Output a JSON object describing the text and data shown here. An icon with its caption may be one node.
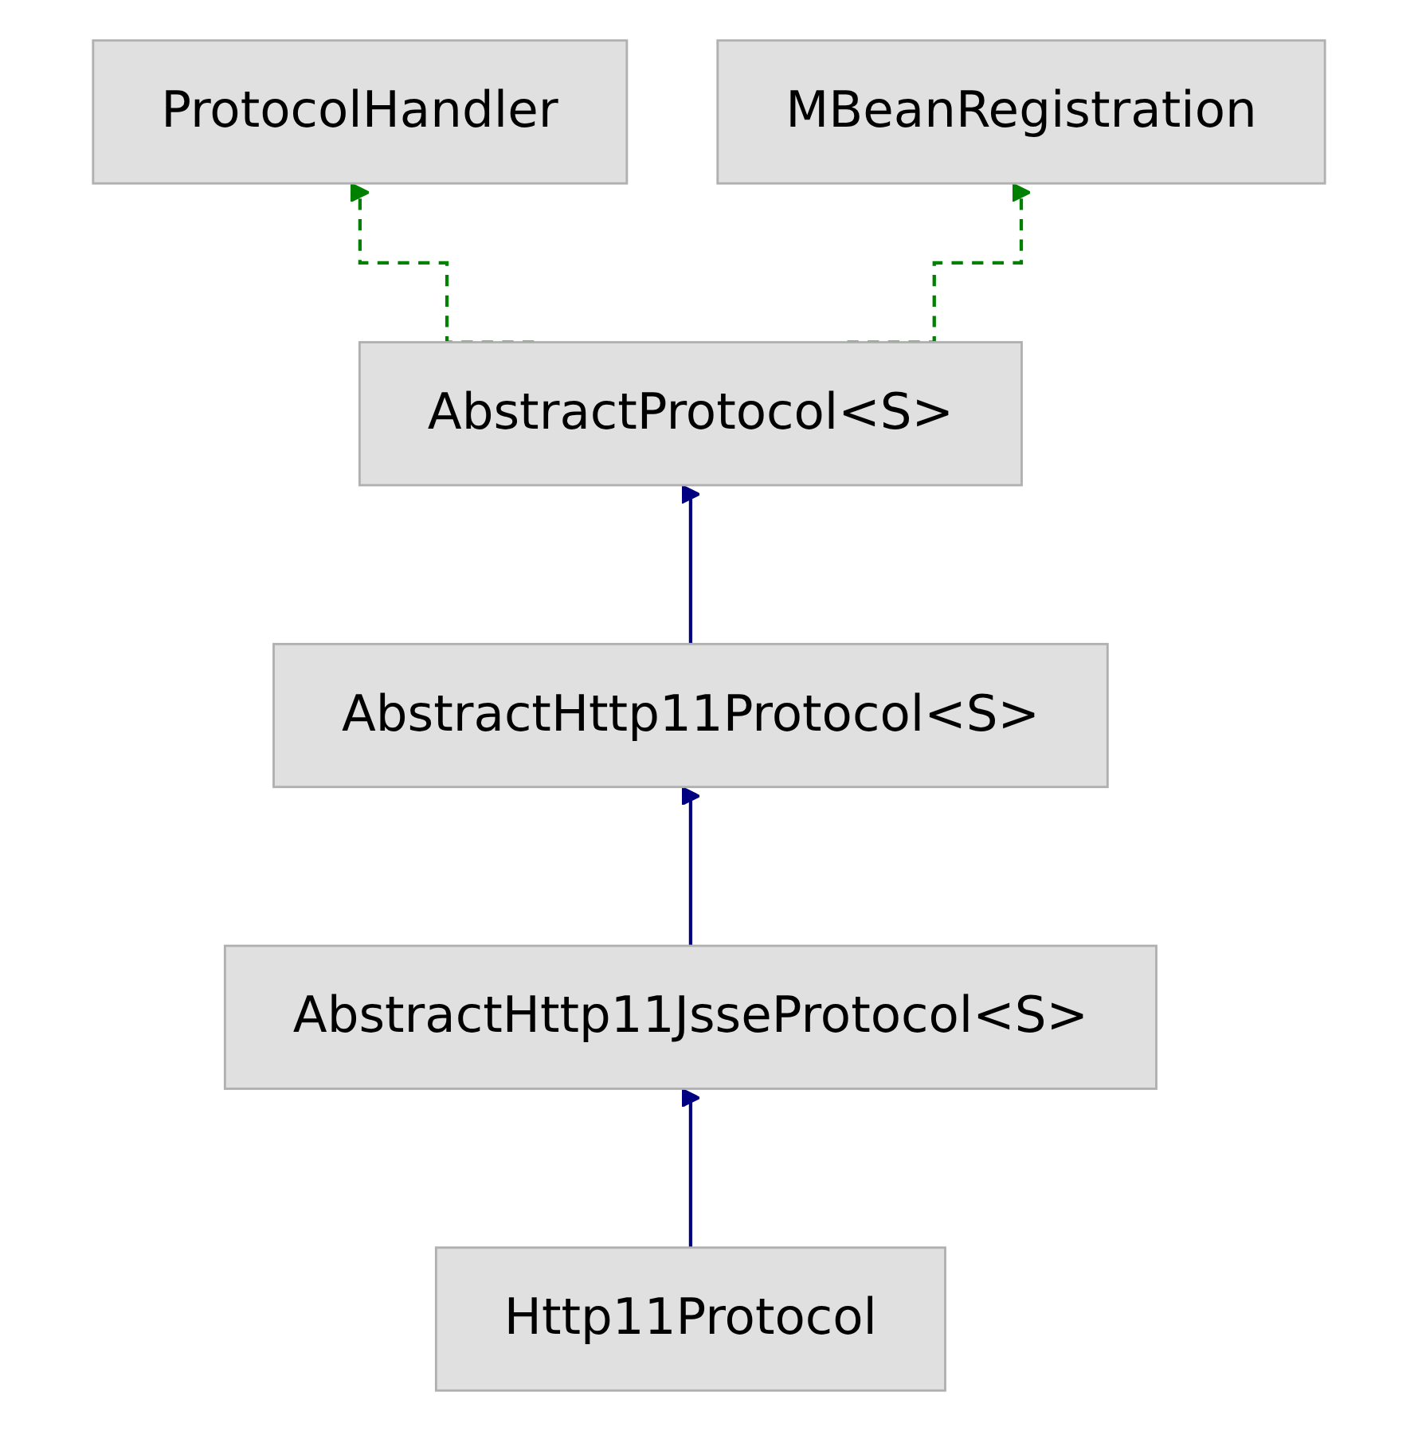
{
  "diagram": {
    "nodes": [
      {
        "text": [
          "ProtocolHandler"
        ]
      },
      {
        "text": [
          "MBeanRegistration"
        ]
      },
      {
        "text": [
          "AbstractProtocol<S>"
        ]
      },
      {
        "text": [
          "AbstractHttp11Protocol<S>"
        ]
      },
      {
        "text": [
          "AbstractHttp11JsseProtocol<S>"
        ]
      },
      {
        "text": [
          "Http11Protocol"
        ]
      }
    ],
    "edges": [
      {
        "from": 2,
        "to": 0,
        "arrow": "to",
        "style": "dashed",
        "color": "#008000"
      },
      {
        "from": 2,
        "to": 1,
        "arrow": "to",
        "style": "dashed",
        "color": "#008000"
      },
      {
        "from": 3,
        "to": 2,
        "arrow": "to"
      },
      {
        "from": 4,
        "to": 3,
        "arrow": "to"
      },
      {
        "from": 5,
        "to": 4,
        "arrow": "to"
      }
    ]
  }
}
